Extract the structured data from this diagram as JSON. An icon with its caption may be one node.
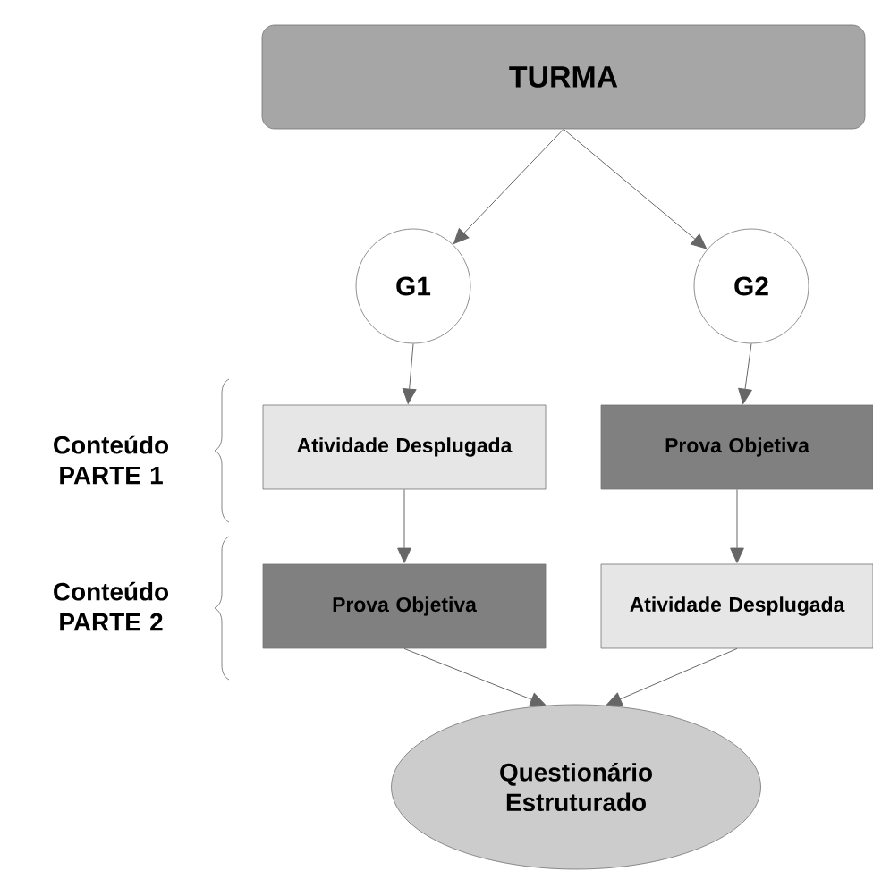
{
  "diagram": {
    "nodes": [
      {
        "text": [
          "TURMA"
        ]
      },
      {
        "text": [
          "G1"
        ]
      },
      {
        "text": [
          "G2"
        ]
      },
      {
        "text": [
          "Atividade Desplugada"
        ]
      },
      {
        "text": [
          "Prova Objetiva"
        ]
      },
      {
        "text": [
          "Prova Objetiva"
        ]
      },
      {
        "text": [
          "Atividade Desplugada"
        ]
      },
      {
        "text": [
          "Questionário Estruturado"
        ]
      }
    ],
    "edges": [
      {
        "from": 0,
        "to": 1,
        "arrow": "to"
      },
      {
        "from": 0,
        "to": 2,
        "arrow": "to"
      },
      {
        "from": 1,
        "to": 3,
        "arrow": "to"
      },
      {
        "from": 2,
        "to": 4,
        "arrow": "to"
      },
      {
        "from": 3,
        "to": 5,
        "arrow": "to"
      },
      {
        "from": 4,
        "to": 6,
        "arrow": "to"
      },
      {
        "from": 5,
        "to": 7,
        "arrow": "to"
      },
      {
        "from": 6,
        "to": 7,
        "arrow": "to"
      }
    ],
    "labels": [
      "Conteúdo PARTE 1",
      "Conteúdo PARTE 2"
    ]
  }
}
